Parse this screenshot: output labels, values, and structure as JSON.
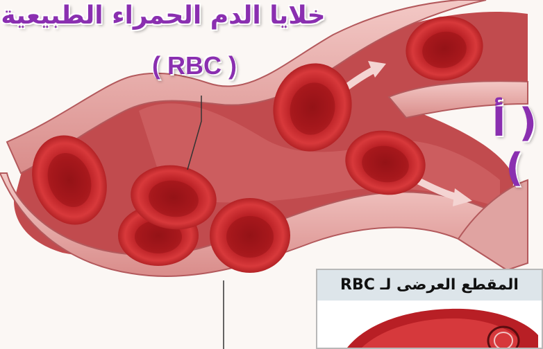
{
  "title": "خلايا الدم الحمراء الطبيعية",
  "abbreviation": "( RBC )",
  "panel_marker": "( أ )",
  "cross_section": {
    "label": "المقطع العرضى لـ RBC"
  },
  "colors": {
    "text": "#8a2fb0",
    "vessel": "#d58a8a",
    "cell": "#c8262a",
    "inset_header": "#dde5ea"
  }
}
